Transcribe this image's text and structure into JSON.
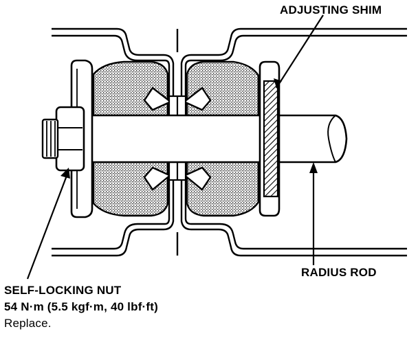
{
  "labels": {
    "adjusting_shim": "ADJUSTING SHIM",
    "radius_rod": "RADIUS ROD",
    "self_locking_nut": "SELF-LOCKING NUT",
    "torque_spec": "54 N·m (5.5 kgf·m, 40 lbf·ft)",
    "replace_note": "Replace."
  },
  "colors": {
    "ink": "#000000",
    "paper": "#ffffff",
    "bushing_fill": "#9a9a9a"
  }
}
